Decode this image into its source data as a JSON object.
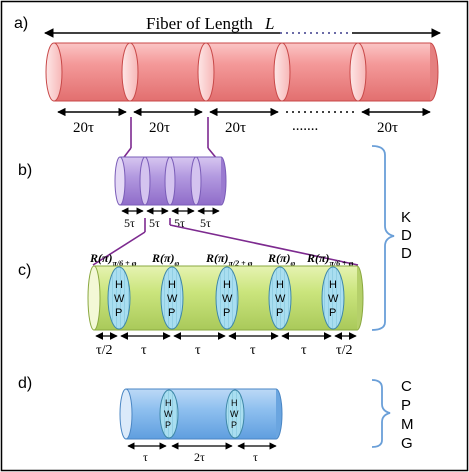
{
  "panel_labels": {
    "a": "a)",
    "b": "b)",
    "c": "c)",
    "d": "d)"
  },
  "fiber": {
    "title": "Fiber of Length",
    "length_symbol": "L",
    "segment_label": "20τ",
    "dots": "......."
  },
  "panel_b": {
    "spacing_label": "5τ"
  },
  "panel_c": {
    "rotation_prefix": "R(π)",
    "rotation_subscripts": [
      "π/6 + φ",
      "φ",
      "π/2 + φ",
      "φ",
      "π/6 + φ"
    ],
    "plate_letters": [
      "H",
      "W",
      "P"
    ],
    "spacing_labels": [
      "τ/2",
      "τ",
      "τ",
      "τ",
      "τ",
      "τ/2"
    ]
  },
  "panel_d": {
    "plate_letters": [
      "H",
      "W",
      "P"
    ],
    "spacing_labels": [
      "τ",
      "2τ",
      "τ"
    ]
  },
  "brackets": {
    "kdd": [
      "K",
      "D",
      "D"
    ],
    "cpmg": [
      "C",
      "P",
      "M",
      "G"
    ]
  },
  "colors": {
    "fiber_red": "#f08080",
    "kdd_purple": "#a889d6",
    "plate_green": "#c8e07a",
    "cpmg_blue": "#7fb4ea",
    "waveplate_teal": "#9ed9e6",
    "connector_purple": "#7d2a8f",
    "bracket_blue": "#6a9fd8"
  }
}
